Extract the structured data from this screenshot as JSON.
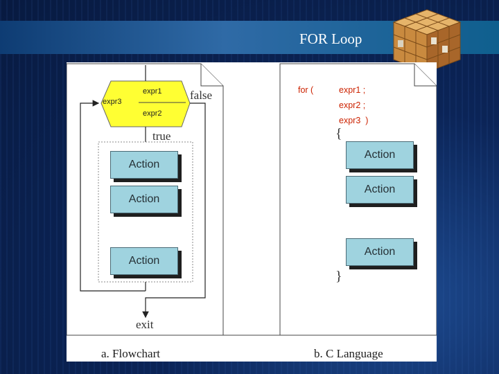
{
  "slide": {
    "title": "FOR Loop"
  },
  "flowchart": {
    "expr1": "expr1",
    "expr2": "expr2",
    "expr3": "expr3",
    "false_label": "false",
    "true_label": "true",
    "actions": [
      "Action",
      "Action",
      "Action"
    ],
    "exit_label": "exit",
    "caption": "a. Flowchart",
    "decision_fill": "#ffff33"
  },
  "c_language": {
    "for_keyword": "for (",
    "expr1_line": "expr1 ;",
    "expr2_line": "expr2 ;",
    "expr3_line": "expr3  )",
    "open_brace": "{",
    "close_brace": "}",
    "actions": [
      "Action",
      "Action",
      "Action"
    ],
    "caption": "b. C Language"
  },
  "colors": {
    "action_fill": "#9fd3df",
    "code_text": "#cc2200"
  }
}
